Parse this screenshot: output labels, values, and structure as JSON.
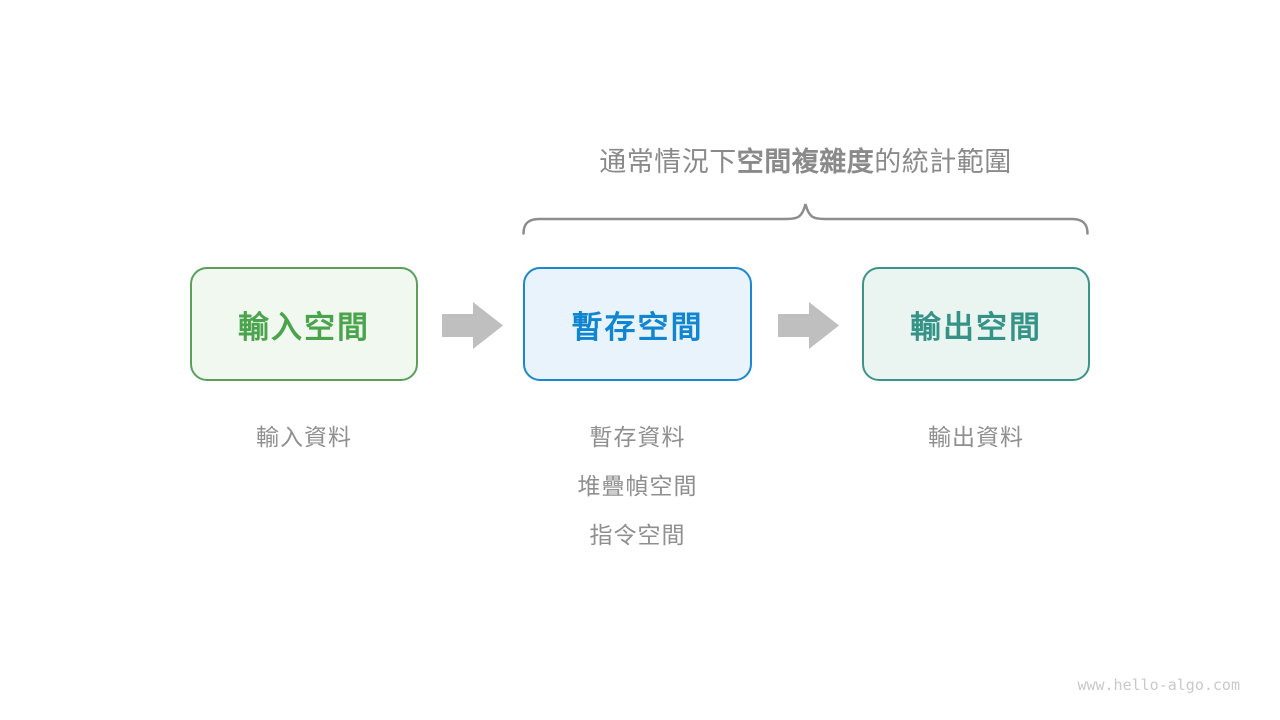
{
  "annotation": {
    "prefix": "通常情況下",
    "bold": "空間複雜度",
    "suffix": "的統計範圍"
  },
  "boxes": [
    {
      "label": "輸入空間",
      "border_color": "#5aa05b",
      "bg_color": "#f1f8f0",
      "text_color": "#4aa44b"
    },
    {
      "label": "暫存空間",
      "border_color": "#1a87d0",
      "bg_color": "#e9f3fc",
      "text_color": "#1086d3"
    },
    {
      "label": "輸出空間",
      "border_color": "#3b948b",
      "bg_color": "#eaf5f2",
      "text_color": "#349287"
    }
  ],
  "captions": {
    "input": [
      "輸入資料"
    ],
    "buffer": [
      "暫存資料",
      "堆疊幀空間",
      "指令空間"
    ],
    "output": [
      "輸出資料"
    ]
  },
  "colors": {
    "background": "#ffffff",
    "annotation_text": "#8a8a8a",
    "caption_text": "#8f8f8f",
    "brace": "#8d8d8d",
    "arrow": "#bfbfbf",
    "watermark": "#c9c9c9"
  },
  "watermark": "www.hello-algo.com"
}
